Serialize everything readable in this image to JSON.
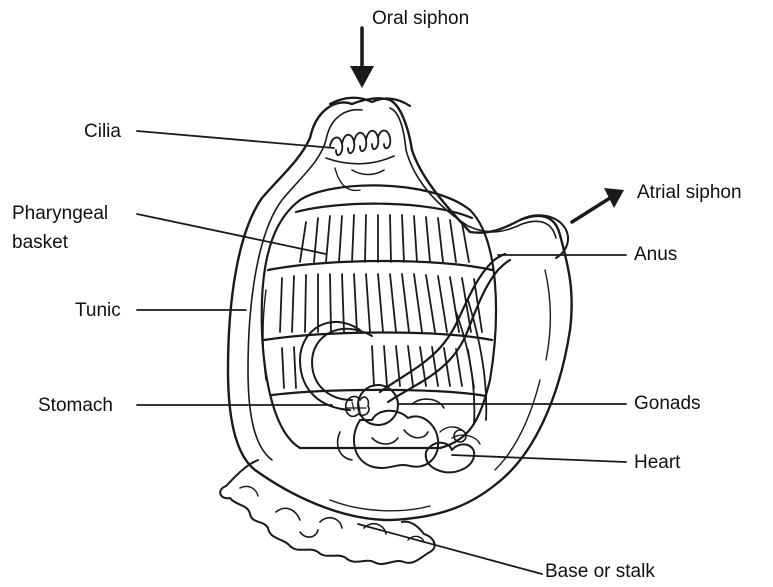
{
  "labels": {
    "oral_siphon": "Oral siphon",
    "atrial_siphon": "Atrial siphon",
    "cilia": "Cilia",
    "pharyngeal_basket_line1": "Pharyngeal",
    "pharyngeal_basket_line2": "basket",
    "tunic": "Tunic",
    "stomach": "Stomach",
    "anus": "Anus",
    "gonads": "Gonads",
    "heart": "Heart",
    "base_or_stalk": "Base or stalk"
  },
  "colors": {
    "ink": "#1a1a1a",
    "text": "#111111",
    "background": "#ffffff"
  }
}
